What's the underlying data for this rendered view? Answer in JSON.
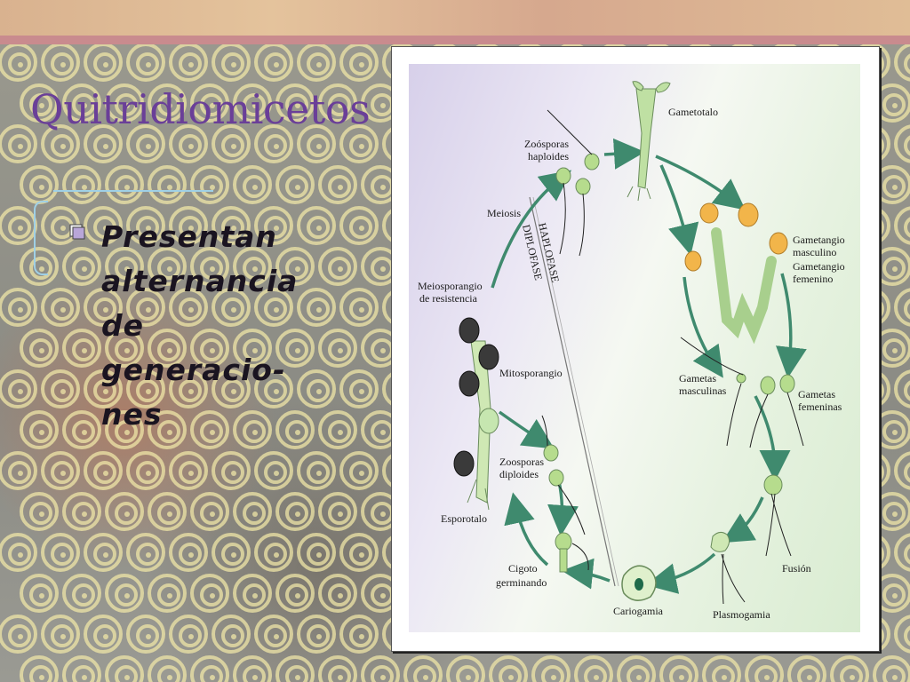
{
  "slide": {
    "title": "Quitridiomicetos",
    "bullet": {
      "lines": [
        "Presentan",
        "alternancia",
        "de",
        "generacio-",
        "nes"
      ]
    }
  },
  "figure": {
    "labels": {
      "gametotalo": "Gametotalo",
      "zoosporas_haploides_1": "Zoósporas",
      "zoosporas_haploides_2": "haploides",
      "meiosis": "Meiosis",
      "haplofase": "HAPLOFASE",
      "diplofase": "DIPLOFASE",
      "meiosporangio_1": "Meiosporangio",
      "meiosporangio_2": "de resistencia",
      "gametangio_masc_1": "Gametangio",
      "gametangio_masc_2": "masculino",
      "gametangio_fem_1": "Gametangio",
      "gametangio_fem_2": "femenino",
      "mitosporangio": "Mitosporangio",
      "gametas_masc_1": "Gametas",
      "gametas_masc_2": "masculinas",
      "gametas_fem_1": "Gametas",
      "gametas_fem_2": "femeninas",
      "zoosporas_diploides_1": "Zoosporas",
      "zoosporas_diploides_2": "diploides",
      "esporotalo": "Esporotalo",
      "fusion": "Fusión",
      "cigoto_1": "Cigoto",
      "cigoto_2": "germinando",
      "cariogamia": "Cariogamia",
      "plasmogamia": "Plasmogamia"
    }
  },
  "colors": {
    "title": "#6a3f98",
    "arrow": "#3f8a6e",
    "gametangio": "#f2b54a",
    "zoospore": "#b6dc8d",
    "sporangium_dark": "#3a3a3a"
  }
}
